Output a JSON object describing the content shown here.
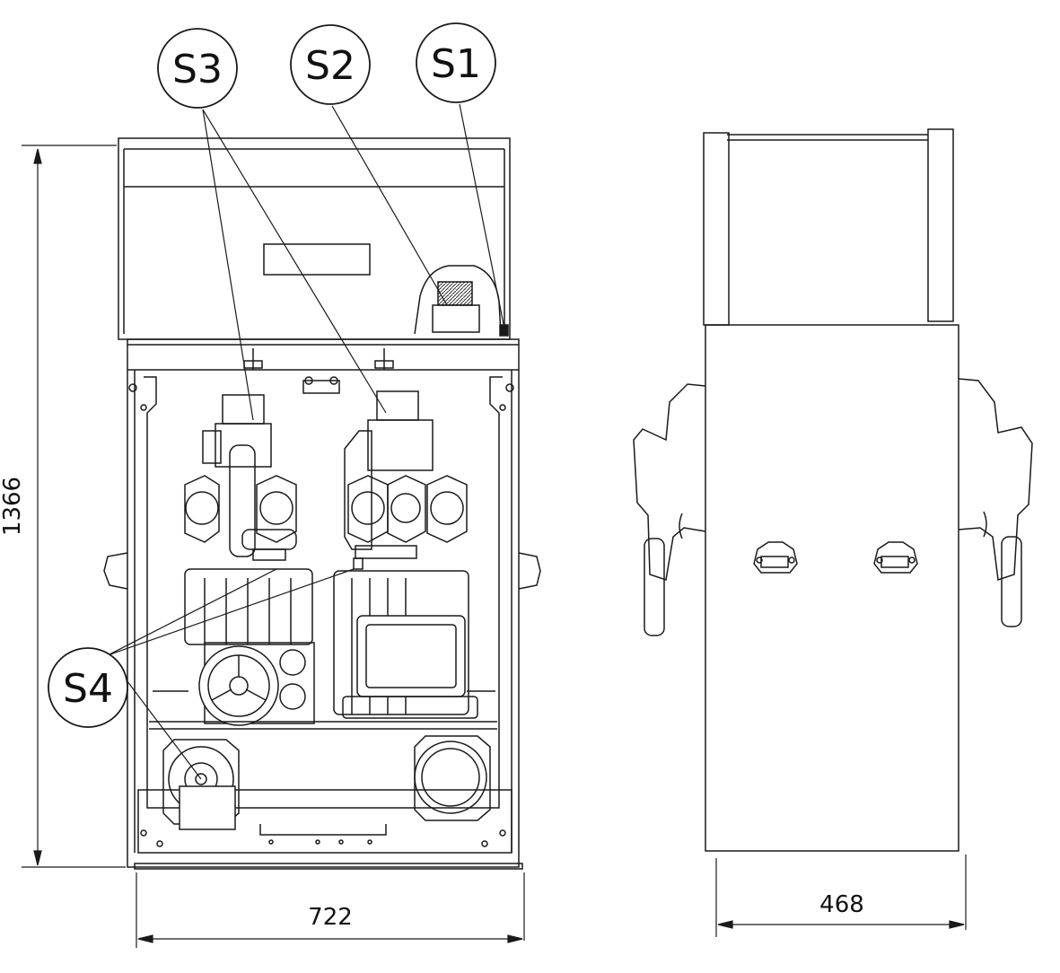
{
  "callouts": {
    "s1": "S1",
    "s2": "S2",
    "s3": "S3",
    "s4": "S4"
  },
  "dimensions": {
    "height": "1366",
    "front_width": "722",
    "side_width": "468"
  },
  "colors": {
    "line": "#1a1a1a",
    "background": "#ffffff",
    "hatch": "#333333"
  }
}
